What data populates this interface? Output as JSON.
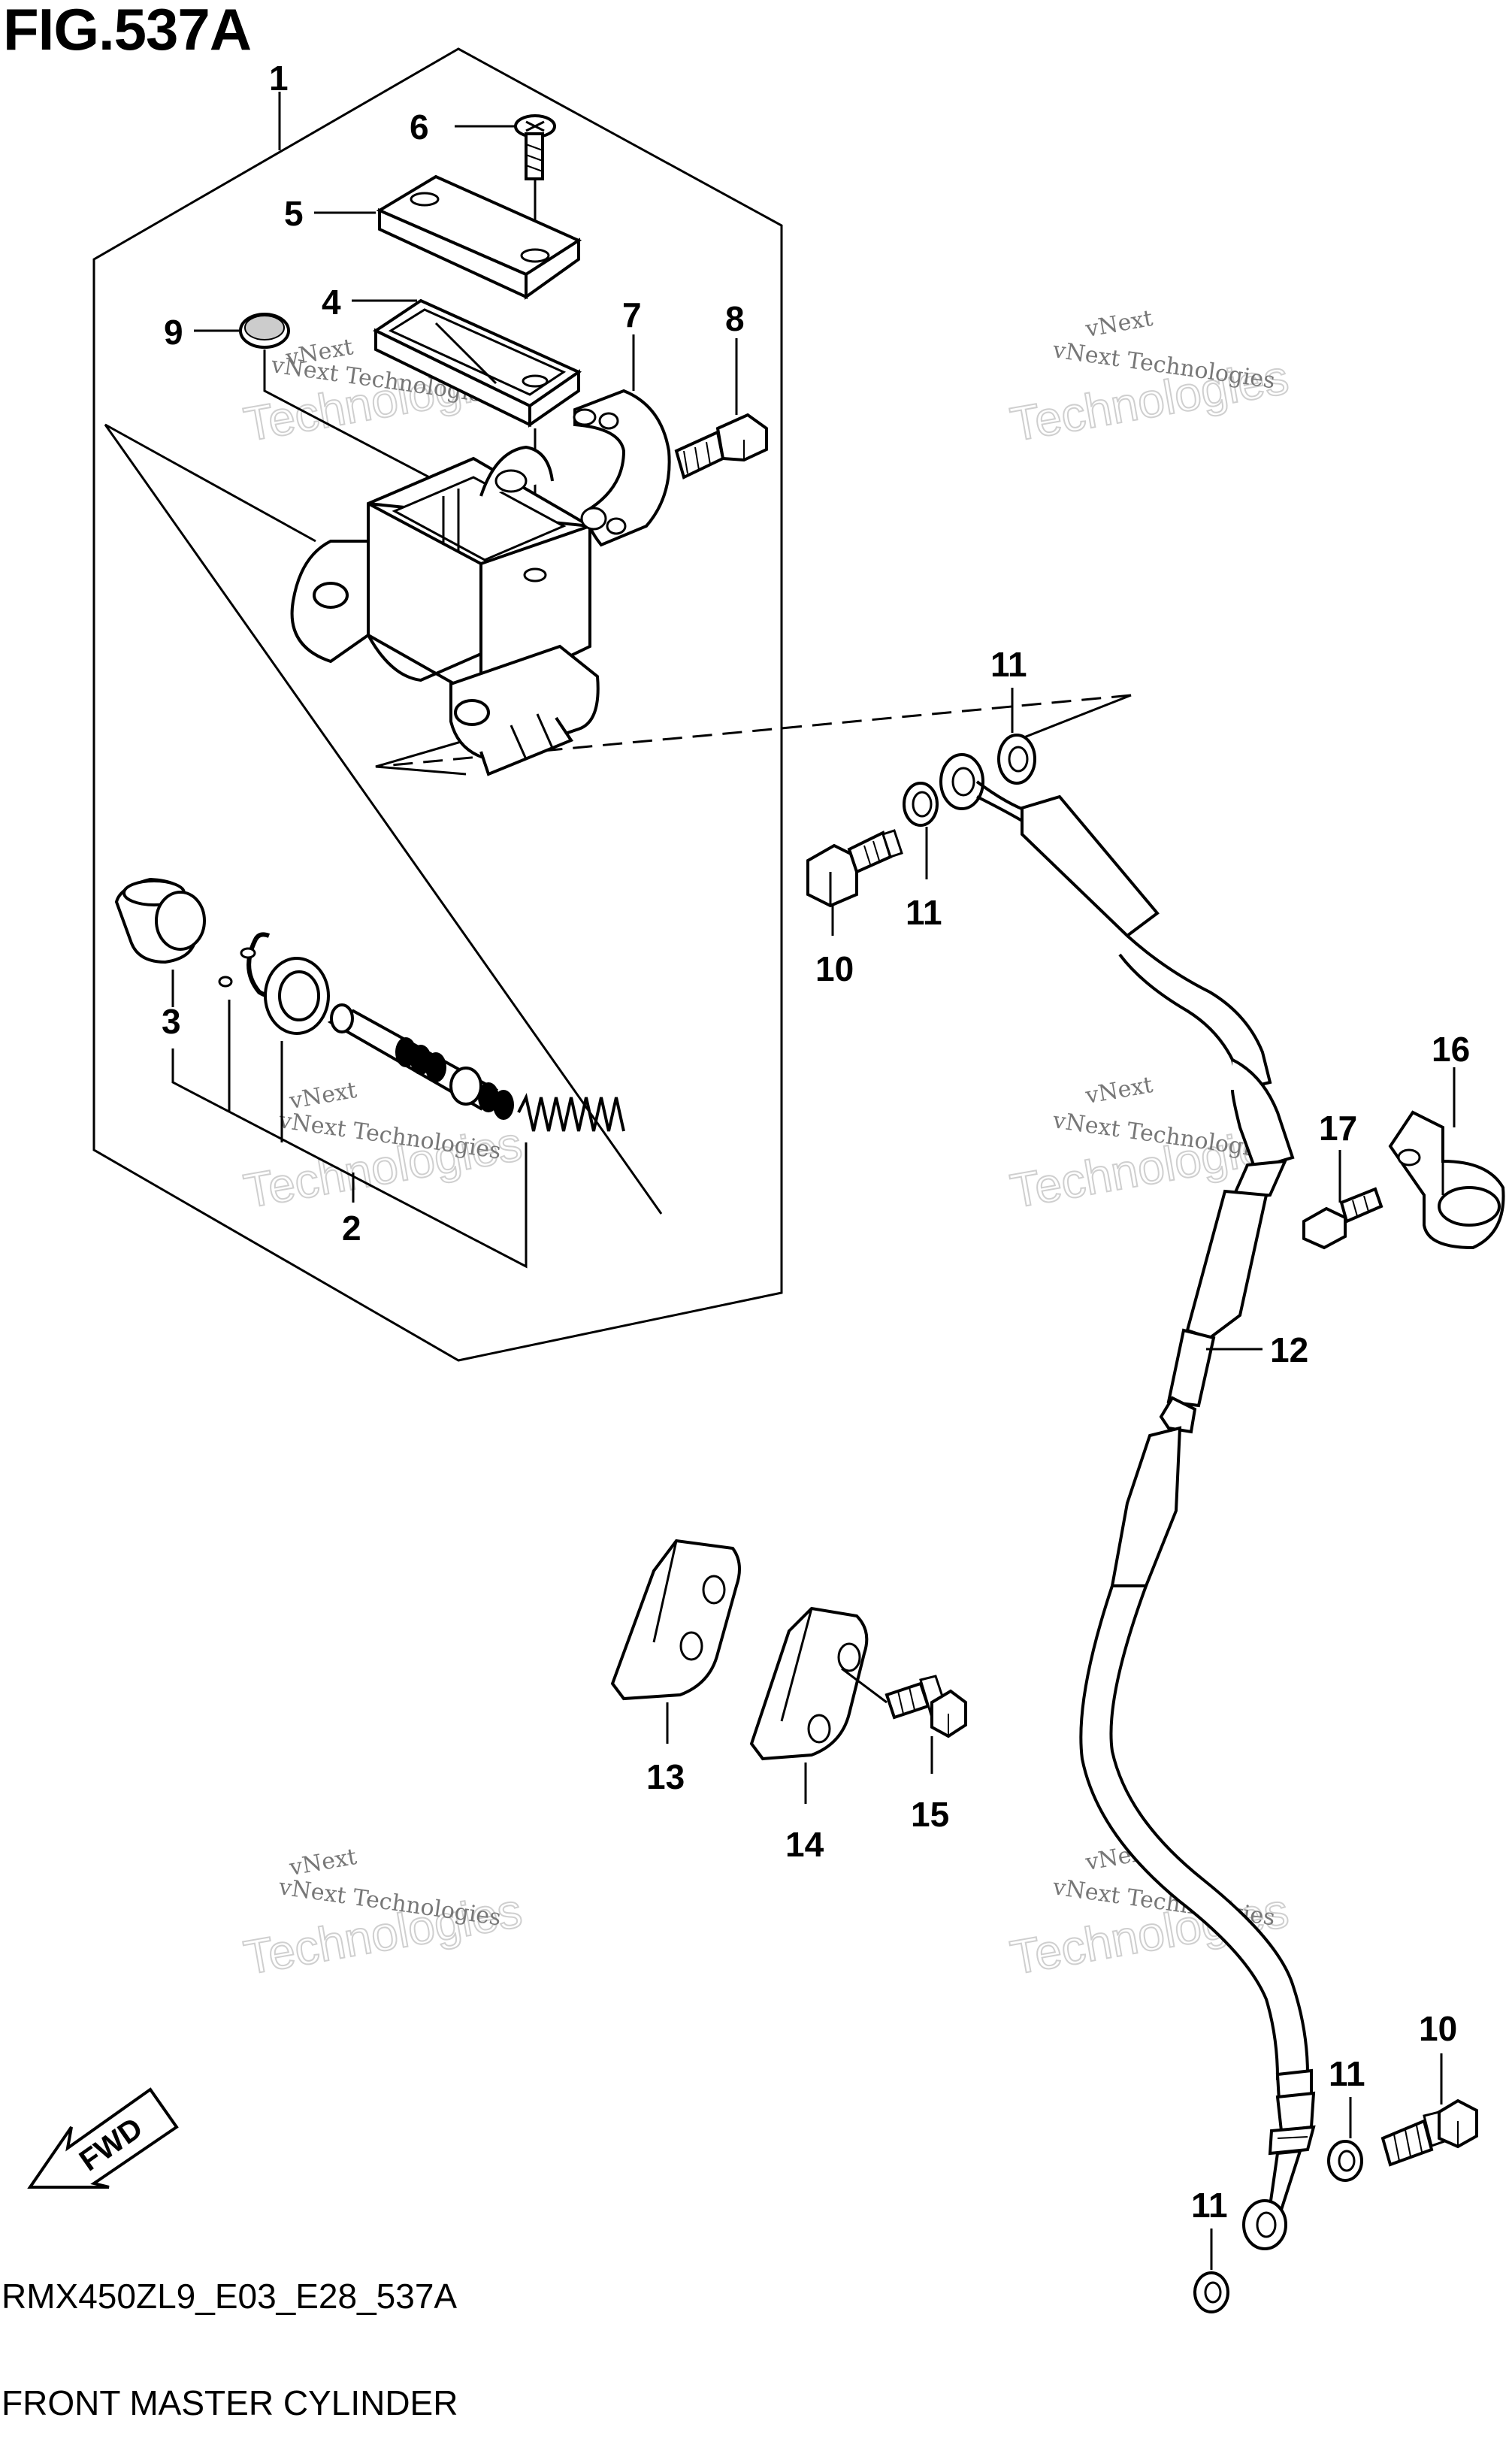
{
  "figure": {
    "title": "FIG.537A",
    "code": "RMX450ZL9_E03_E28_537A",
    "caption": "FRONT MASTER CYLINDER"
  },
  "watermark": {
    "line1": "vNext Technologies",
    "line2": "Technologies",
    "brand": "vNext"
  },
  "fwd_label": "FWD",
  "callouts": {
    "c1": "1",
    "c2": "2",
    "c3": "3",
    "c4": "4",
    "c5": "5",
    "c6": "6",
    "c7": "7",
    "c8": "8",
    "c9": "9",
    "c10a": "10",
    "c10b": "10",
    "c11a": "11",
    "c11b": "11",
    "c11c": "11",
    "c11d": "11",
    "c12": "12",
    "c13": "13",
    "c14": "14",
    "c15": "15",
    "c16": "16",
    "c17": "17"
  }
}
